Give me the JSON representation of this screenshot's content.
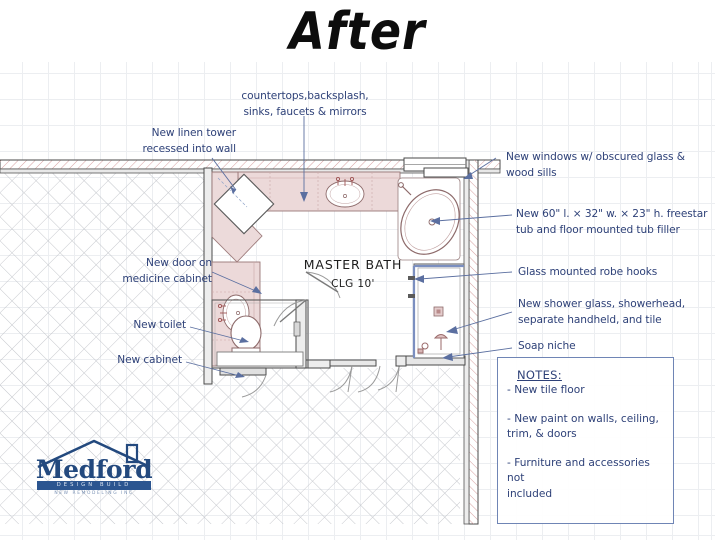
{
  "title": "After",
  "room": {
    "name": "MASTER BATH",
    "ceiling": "CLG 10'"
  },
  "annotations": {
    "linen_tower_l1": "New linen tower",
    "linen_tower_l2": "recessed into wall",
    "counters_l1": "countertops,backsplash,",
    "counters_l2": "sinks, faucets & mirrors",
    "medicine_l1": "New door on",
    "medicine_l2": "medicine cabinet",
    "toilet": "New toilet",
    "cabinet": "New cabinet",
    "windows_l1": "New windows w/ obscured glass &",
    "windows_l2": "wood sills",
    "tub_l1": "New 60\" l. × 32\" w. × 23\" h. freestar",
    "tub_l2": "tub and floor mounted tub filler",
    "robe_hooks": "Glass mounted robe hooks",
    "shower_l1": "New shower glass, showerhead,",
    "shower_l2": "separate handheld, and tile",
    "soap_niche": "Soap niche"
  },
  "notes": {
    "title": "NOTES:",
    "items": [
      "- New tile floor",
      "- New paint on walls, ceiling,",
      "trim, & doors",
      "- Furniture and accessories not",
      "included"
    ],
    "item0": "- New tile floor",
    "item1": "- New paint on walls, ceiling,",
    "item2": "trim, & doors",
    "item3": "- Furniture and accessories not",
    "item4": "included"
  },
  "logo": {
    "wordmark": "Medford",
    "bar_text": "DESIGN BUILD",
    "tagline": "NEW REMODELING INC"
  },
  "colors": {
    "annotation_blue": "#2e4178",
    "grid_gray": "#eceef1",
    "wall_hatch_pink": "#d4a0a0",
    "counter_fill": "#ecd9d9",
    "fixture_outline": "#8d6a6a",
    "glass_blue": "#6f85b5",
    "logo_blue": "#23497e",
    "notes_border": "#6f85b5"
  }
}
